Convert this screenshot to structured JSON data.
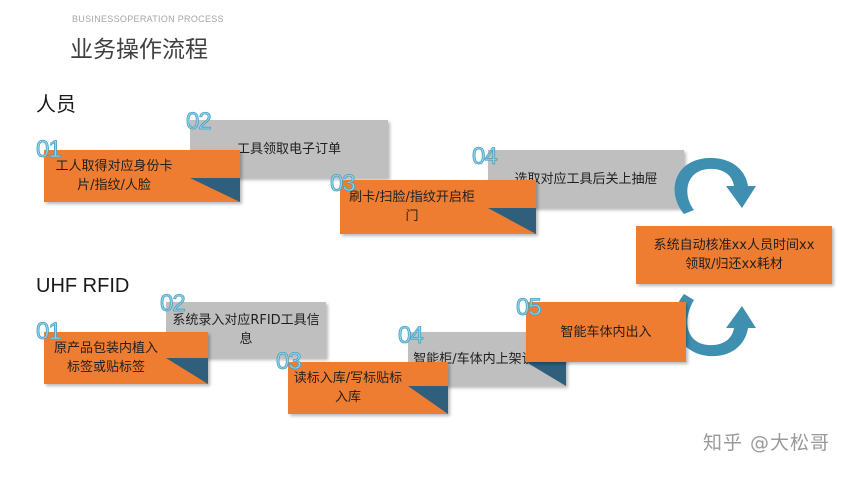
{
  "header": {
    "subtitle": "BUSINESSOPERATION PROCESS",
    "title": "业务操作流程"
  },
  "section_people": {
    "label": "人员",
    "steps": [
      {
        "num": "01",
        "text": "工人取得对应身份卡片/指纹/人脸"
      },
      {
        "num": "02",
        "text": "工具领取电子订单"
      },
      {
        "num": "03",
        "text": "刷卡/扫脸/指纹开启柜门"
      },
      {
        "num": "04",
        "text": "选取对应工具后关上抽屉"
      }
    ]
  },
  "center_box": {
    "text": "系统自动核准xx人员时间xx领取/归还xx耗材"
  },
  "section_rfid": {
    "label": "UHF RFID",
    "steps": [
      {
        "num": "01",
        "text": "原产品包装内植入标签或贴标签"
      },
      {
        "num": "02",
        "text": "系统录入对应RFID工具信息"
      },
      {
        "num": "03",
        "text": "读标入库/写标贴标入库"
      },
      {
        "num": "04",
        "text": "智能柜/车体内上架该工具"
      },
      {
        "num": "05",
        "text": "智能车体内出入"
      }
    ]
  },
  "watermark": "知乎 @大松哥",
  "colors": {
    "orange": "#ef7d31",
    "gray": "#bfbfbf",
    "accent": "#3f8fb0",
    "tab": "#2f5f7a"
  }
}
